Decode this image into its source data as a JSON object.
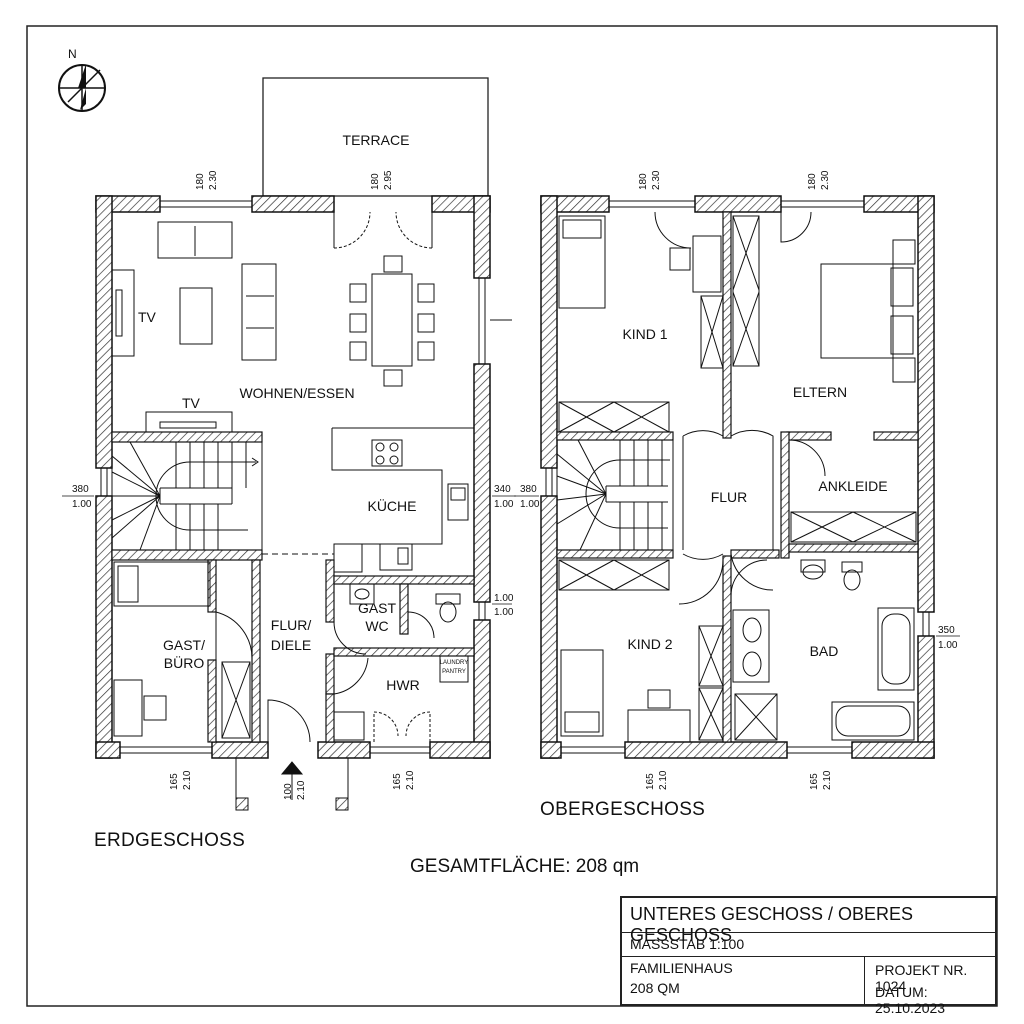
{
  "compass": {
    "north_label": "N"
  },
  "ground_floor": {
    "title": "ERDGESCHOSS",
    "terrace": "TERRACE",
    "rooms": {
      "living": "WOHNEN/ESSEN",
      "tv_left": "TV",
      "tv_bottom": "TV",
      "kitchen": "KÜCHE",
      "guest_line1": "GAST/",
      "guest_line2": "BÜRO",
      "hall_line1": "FLUR/",
      "hall_line2": "DIELE",
      "guest_wc_line1": "GAST",
      "guest_wc_line2": "WC",
      "utility": "HWR",
      "laundry_line1": "LAUNDRY",
      "laundry_line2": "PANTRY"
    },
    "dimensions": {
      "top_window_left": [
        "180",
        "2.30"
      ],
      "top_door_terrace": [
        "180",
        "2.95"
      ],
      "left_window": [
        "380",
        "1.00"
      ],
      "right_kitchen": [
        "340",
        "1.00"
      ],
      "right_wc": [
        "1.00",
        "1.00"
      ],
      "bottom_left": [
        "165",
        "2.10"
      ],
      "entrance": [
        "100",
        "2.10"
      ],
      "bottom_right": [
        "165",
        "2.10"
      ]
    }
  },
  "upper_floor": {
    "title": "OBERGESCHOSS",
    "rooms": {
      "kid1": "KIND 1",
      "parents": "ELTERN",
      "hall": "FLUR",
      "dressing": "ANKLEIDE",
      "kid2": "KIND 2",
      "bath": "BAD"
    },
    "dimensions": {
      "top_left": [
        "180",
        "2.30"
      ],
      "top_right": [
        "180",
        "2.30"
      ],
      "left": [
        "380",
        "1.00"
      ],
      "right_bath": [
        "350",
        "1.00"
      ],
      "bottom_left": [
        "165",
        "2.10"
      ],
      "bottom_right": [
        "165",
        "2.10"
      ]
    }
  },
  "total_area": "GESAMTFLÄCHE: 208 qm",
  "title_block": {
    "heading": "UNTERES GESCHOSS / OBERES GESCHOSS",
    "scale": "MASSSTAB 1:100",
    "project_name": "FAMILIENHAUS",
    "area": "208 QM",
    "project_number": "PROJEKT NR. 1024",
    "date": "DATUM: 25.10.2023"
  }
}
